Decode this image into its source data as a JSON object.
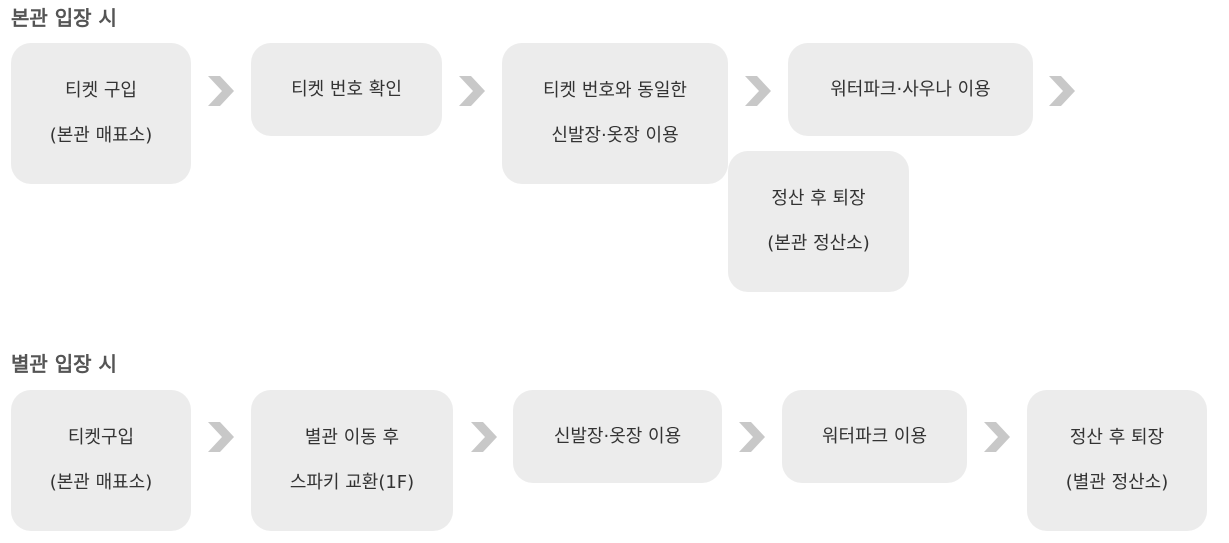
{
  "main_hall": {
    "title": "본관 입장 시",
    "steps": [
      {
        "lines": [
          "티켓 구입",
          "(본관 매표소)"
        ]
      },
      {
        "lines": [
          "티켓 번호 확인"
        ]
      },
      {
        "lines": [
          "티켓 번호와 동일한",
          "신발장·옷장 이용"
        ]
      },
      {
        "lines": [
          "워터파크·사우나 이용"
        ]
      },
      {
        "lines": [
          "정산 후 퇴장",
          "(본관 정산소)"
        ]
      }
    ]
  },
  "annex_hall": {
    "title": "별관 입장 시",
    "steps": [
      {
        "lines": [
          "티켓구입",
          "(본관 매표소)"
        ]
      },
      {
        "lines": [
          "별관 이동 후",
          "스파키 교환(1F)"
        ]
      },
      {
        "lines": [
          "신발장·옷장 이용"
        ]
      },
      {
        "lines": [
          "워터파크 이용"
        ]
      },
      {
        "lines": [
          "정산 후 퇴장",
          "(별관 정산소)"
        ]
      }
    ]
  },
  "colors": {
    "box_background": "#ececec",
    "arrow": "#c8c8c8",
    "title_text": "#555555",
    "body_text": "#333333"
  },
  "icons": {
    "arrow": "chevron-right-icon"
  }
}
